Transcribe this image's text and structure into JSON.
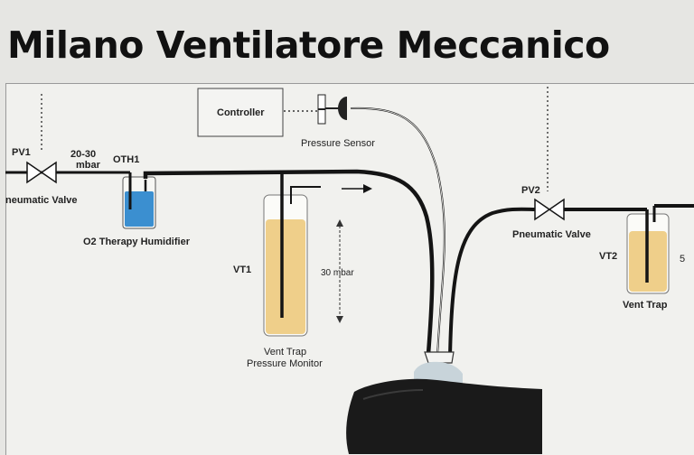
{
  "title": "Milano Ventilatore Meccanico",
  "diagram": {
    "controller": "Controller",
    "pressure_sensor": "Pressure Sensor",
    "pv1": "PV1",
    "pv1_valve": "neumatic Valve",
    "pressure_range_1": "20-30",
    "pressure_range_2": "mbar",
    "oth1": "OTH1",
    "humidifier": "O2 Therapy Humidifier",
    "vt1": "VT1",
    "vt1_pressure": "30 mbar",
    "vent_trap": "Vent Trap",
    "pressure_monitor": "Pressure Monitor",
    "pv2": "PV2",
    "pv2_valve": "Pneumatic Valve",
    "vt2": "VT2",
    "vt2_label": "Vent Trap",
    "vt2_edge": "5"
  },
  "colors": {
    "line": "#141414",
    "water_blue": "#3b8fd0",
    "fluid_tan": "#efcf8a",
    "panel_bg": "#f1f1ee"
  }
}
